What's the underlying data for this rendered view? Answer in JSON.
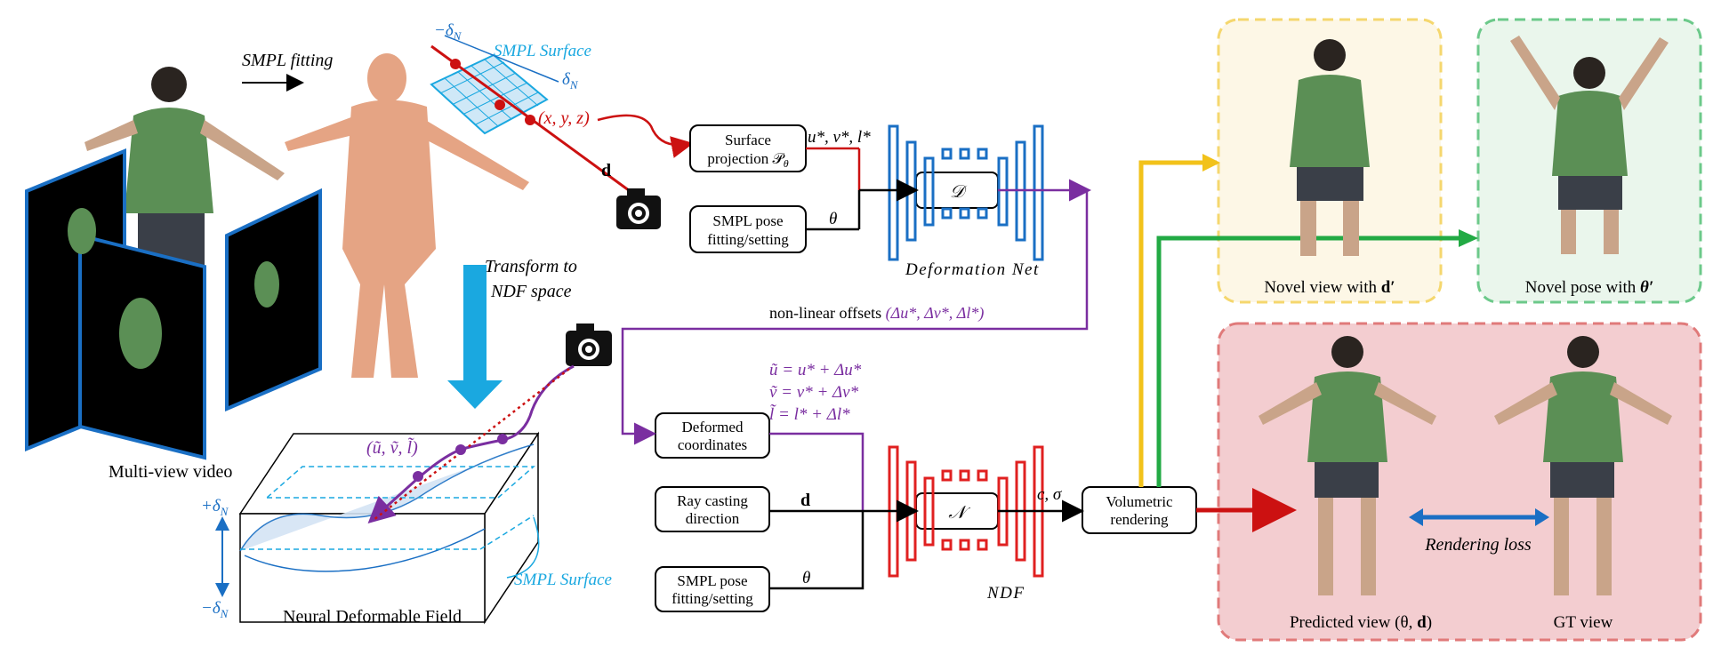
{
  "labels": {
    "smpl_fitting": "SMPL fitting",
    "multi_view_video": "Multi-view video",
    "transform_line1": "Transform to",
    "transform_line2": "NDF space",
    "neural_deformable_field": "Neural Deformable Field",
    "smpl_surface_top": "SMPL Surface",
    "smpl_surface_bottom": "SMPL Surface",
    "minus_delta_top": "−δ",
    "delta_top": "δ",
    "plus_delta_left": "+δ",
    "minus_delta_left": "−δ",
    "subscript_n": "N",
    "xyz": "(x, y, z)",
    "d_top": "d",
    "uvl_tilde": "(ũ, ṽ, l̃)",
    "rendering_loss": "Rendering loss"
  },
  "boxes": {
    "surface_projection_1": "Surface",
    "surface_projection_2": "projection 𝒫",
    "surface_projection_sub": "θ",
    "smpl_pose_top_1": "SMPL pose",
    "smpl_pose_top_2": "fitting/setting",
    "D": "𝒟",
    "deformed_coords_1": "Deformed",
    "deformed_coords_2": "coordinates",
    "ray_casting_1": "Ray casting",
    "ray_casting_2": "direction",
    "smpl_pose_bottom_1": "SMPL pose",
    "smpl_pose_bottom_2": "fitting/setting",
    "N": "𝒩",
    "volumetric_1": "Volumetric",
    "volumetric_2": "rendering"
  },
  "edges": {
    "uvl_star": "u*, v*, l*",
    "theta_top": "θ",
    "deformation_net": "Deformation Net",
    "nonlinear_prefix": "non-linear offsets ",
    "nonlinear_vals": "(Δu*, Δv*, Δl*)",
    "eq1": "ũ = u* + Δu*",
    "eq2": "ṽ = v* + Δv*",
    "eq3": "l̃ = l* + Δl*",
    "d_mid": "d",
    "theta_bottom": "θ",
    "ndf": "NDF",
    "c_sigma": "c, σ"
  },
  "outputs": {
    "novel_view": "Novel view with ",
    "novel_view_sym": "d′",
    "novel_pose": "Novel pose with ",
    "novel_pose_sym": "θ′",
    "predicted_view": "Predicted view (θ, ",
    "predicted_view_sym": "d",
    "predicted_view_end": ")",
    "gt_view": "GT view"
  },
  "colors": {
    "purple": "#7a2ea0",
    "red": "#cc1111",
    "blue": "#1a6fc4",
    "cyan": "#1aa8e0",
    "yellow_border": "#f5d76e",
    "green_border": "#6cc98a",
    "pink_border": "#e07a7a"
  }
}
